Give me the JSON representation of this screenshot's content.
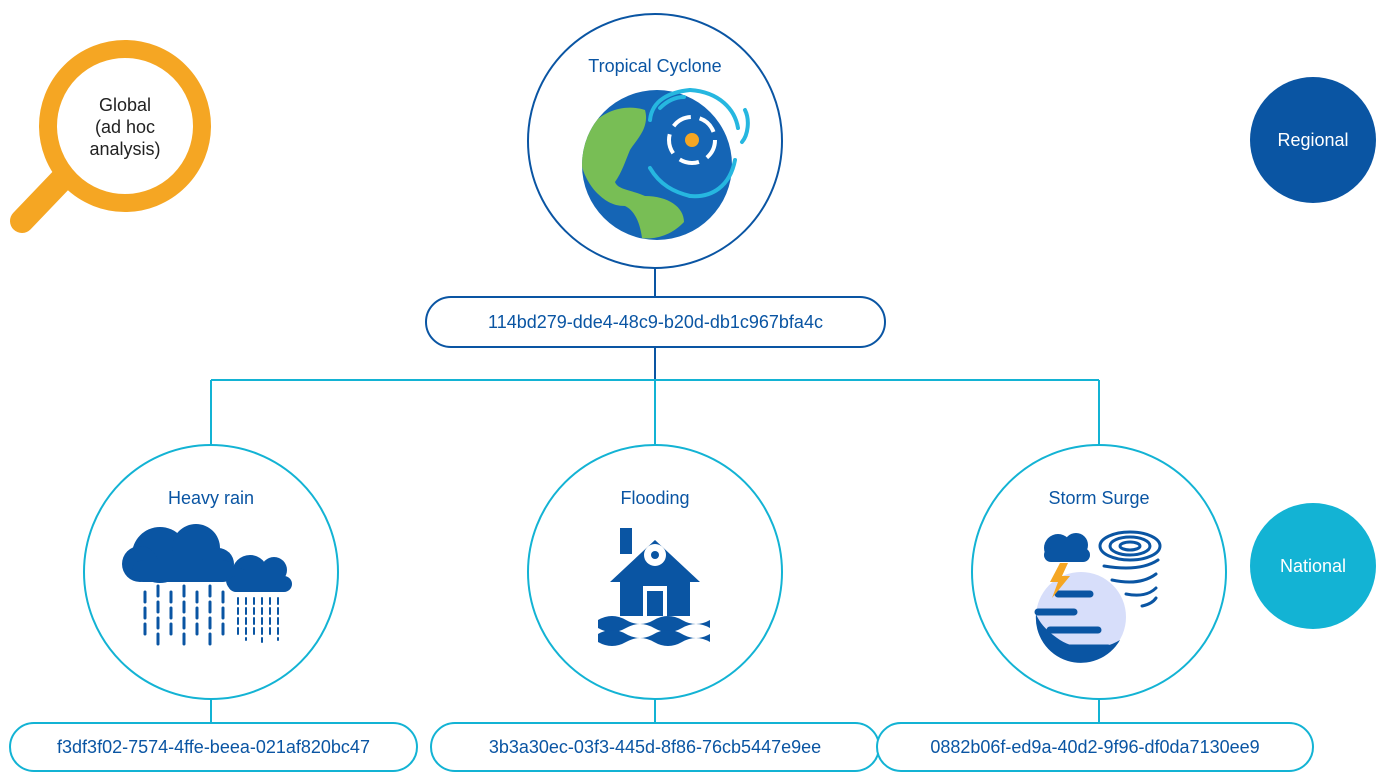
{
  "root": {
    "title": "Tropical Cyclone",
    "id": "114bd279-dde4-48c9-b20d-db1c967bfa4c"
  },
  "children": [
    {
      "title": "Heavy rain",
      "id": "f3df3f02-7574-4ffe-beea-021af820bc47",
      "icon": "rain-clouds-icon"
    },
    {
      "title": "Flooding",
      "id": "3b3a30ec-03f3-445d-8f86-76cb5447e9ee",
      "icon": "flooded-house-icon"
    },
    {
      "title": "Storm Surge",
      "id": "0882b06f-ed9a-40d2-9f96-df0da7130ee9",
      "icon": "storm-surge-icon"
    }
  ],
  "legend": {
    "global_lines": [
      "Global",
      "(ad hoc",
      "analysis)"
    ],
    "regional": "Regional",
    "national": "National"
  },
  "colors": {
    "dark_blue": "#0a55a3",
    "teal": "#13b3d4",
    "light_blue": "#26b7e0",
    "orange": "#f5a623",
    "green": "#78be55",
    "earth_blue": "#1565b5",
    "pale_lavender": "#d7defa"
  }
}
